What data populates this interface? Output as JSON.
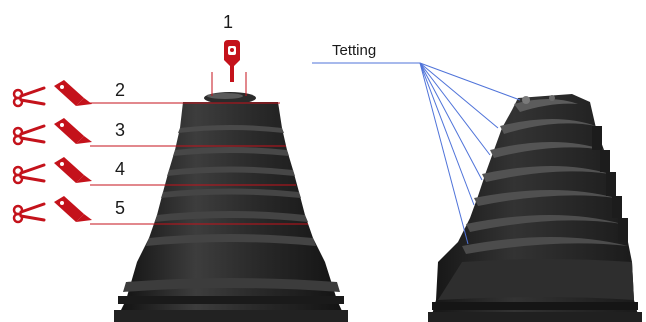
{
  "labels": {
    "top_step": "1",
    "steps": [
      "2",
      "3",
      "4",
      "5"
    ],
    "callout": "Tetting"
  },
  "colors": {
    "cut_red": "#c4121b",
    "rubber_dark": "#1f1f1f",
    "rubber_mid": "#3a3a3a",
    "callout_blue": "#4f73d9",
    "label_text": "#1a1a1a"
  },
  "icons": {
    "cut_tool": "scissors-icon",
    "knife_tool": "utility-knife-icon",
    "top_tool": "clamp-icon"
  }
}
